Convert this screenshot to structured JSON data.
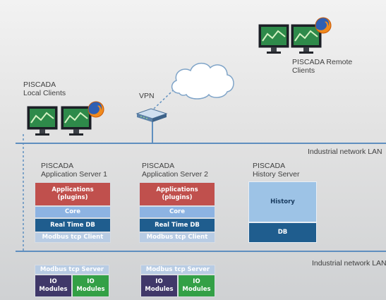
{
  "labels": {
    "remote_clients": [
      "PISCADA Remote",
      "Clients"
    ],
    "local_clients": [
      "PISCADA",
      "Local Clients"
    ],
    "vpn": "VPN",
    "lan_top": "Industrial network LAN",
    "lan_bottom": "Industrial network LAN"
  },
  "servers": [
    {
      "title": [
        "PISCADA",
        "Application Server 1"
      ],
      "apps": [
        "Applications",
        "(plugins)"
      ],
      "core": "Core",
      "rtdb": "Real Time DB",
      "modbus_client": "Modbus tcp  Client"
    },
    {
      "title": [
        "PISCADA",
        "Application Server 2"
      ],
      "apps": [
        "Applications",
        "(plugins)"
      ],
      "core": "Core",
      "rtdb": "Real Time DB",
      "modbus_client": "Modbus tcp Client"
    }
  ],
  "history_server": {
    "title": [
      "PISCADA",
      "History Server"
    ],
    "history": "History",
    "db": "DB"
  },
  "io_units": [
    {
      "modbus_server": "Modbus tcp Server",
      "io_a": [
        "IO",
        "Modules"
      ],
      "io_b": [
        "IO",
        "Modules"
      ]
    },
    {
      "modbus_server": "Modbus tcp  Server",
      "io_a": [
        "IO",
        "Modules"
      ],
      "io_b": [
        "IO",
        "Modules"
      ]
    }
  ],
  "icons": {
    "monitor": "monitor-icon",
    "browser": "firefox-icon",
    "cloud": "cloud-icon",
    "router": "router-icon"
  },
  "colors": {
    "applications": "#c0504d",
    "core": "#8db3e2",
    "realtime_db": "#1f5d8e",
    "modbus": "#b8cce4",
    "history": "#9dc3e6",
    "io_modules_a": "#403869",
    "io_modules_b": "#33a046",
    "network_line": "#5f8fbf"
  }
}
